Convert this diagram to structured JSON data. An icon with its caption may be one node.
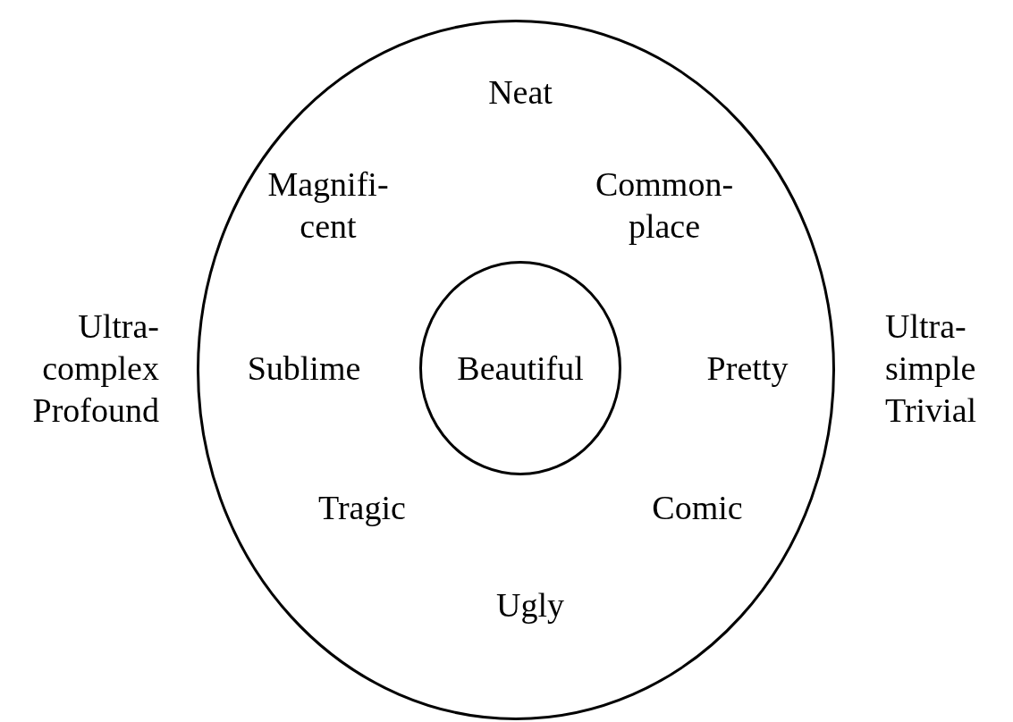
{
  "diagram": {
    "nodes": [
      {
        "text": [
          "Neat",
          "Magnifi- cent",
          "Common- place",
          "Sublime",
          "Pretty",
          "Tragic",
          "Comic",
          "Ugly"
        ]
      },
      {
        "text": [
          "Beautiful"
        ],
        "in": 0
      }
    ],
    "labels": [
      "Ultra- complex Profound",
      "Ultra- simple Trivial"
    ]
  }
}
